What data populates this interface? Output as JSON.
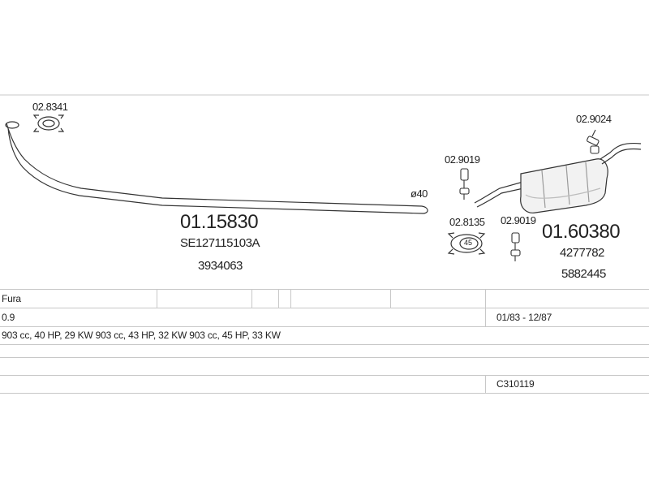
{
  "parts": {
    "clamp_left": {
      "code": "02.8341"
    },
    "front_pipe": {
      "code": "01.15830",
      "ref1": "SE127115103A",
      "ref2": "3934063"
    },
    "diameter": {
      "label": "ø40"
    },
    "hanger_a": {
      "code": "02.9019"
    },
    "clamp_right": {
      "code": "02.8135",
      "size": "45"
    },
    "hanger_b": {
      "code": "02.9019"
    },
    "hanger_c": {
      "code": "02.9024"
    },
    "rear_silencer": {
      "code": "01.60380",
      "ref1": "4277782",
      "ref2": "5882445"
    }
  },
  "table": {
    "row1": {
      "model": "Fura"
    },
    "row2": {
      "engine": "0.9",
      "years": "01/83 - 12/87"
    },
    "row3": {
      "specs": "903 cc, 40 HP, 29 KW 903 cc, 43 HP, 32 KW 903 cc, 45 HP, 33 KW"
    },
    "row5": {
      "code": "C310119"
    }
  },
  "colors": {
    "line": "#333333",
    "grid": "#c8c8c8",
    "part_fill": "#f2f2f2",
    "part_shade": "#bdbdbd"
  }
}
